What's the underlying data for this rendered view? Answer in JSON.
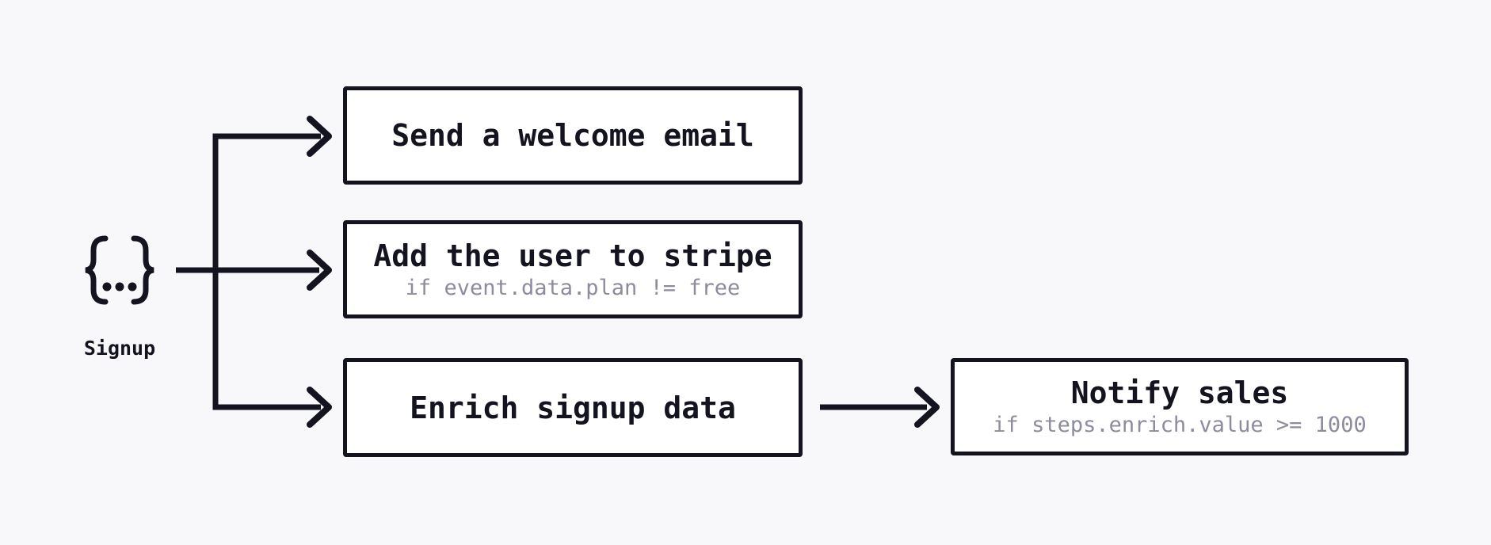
{
  "diagram": {
    "event": {
      "symbol_name": "event-payload-braces",
      "label": "Signup"
    },
    "steps": [
      {
        "id": "send-welcome-email",
        "title": "Send a welcome email",
        "condition": ""
      },
      {
        "id": "add-user-to-stripe",
        "title": "Add the user to stripe",
        "condition": "if event.data.plan != free"
      },
      {
        "id": "enrich-signup-data",
        "title": "Enrich signup data",
        "condition": ""
      },
      {
        "id": "notify-sales",
        "title": "Notify sales",
        "condition": "if steps.enrich.value >= 1000"
      }
    ],
    "colors": {
      "background": "#f8f8fb",
      "ink": "#141420",
      "muted": "#8c8c9e",
      "box_fill": "#ffffff"
    }
  }
}
